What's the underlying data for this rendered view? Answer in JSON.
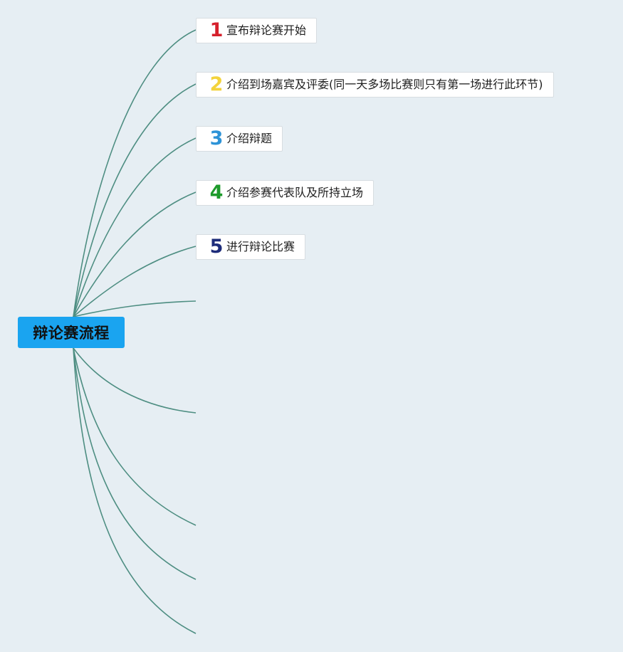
{
  "root": {
    "title": "辩论赛流程"
  },
  "topics": [
    {
      "num": "1",
      "label": "宣布辩论赛开始",
      "color": "#d6202c"
    },
    {
      "num": "2",
      "label": "介绍到场嘉宾及评委(同一天多场比赛则只有第一场进行此环节)",
      "color": "#f3d33c"
    },
    {
      "num": "3",
      "label": "介绍辩题",
      "color": "#2d93d7"
    },
    {
      "num": "4",
      "label": "介绍参赛代表队及所持立场",
      "color": "#1d9a2b"
    },
    {
      "num": "5",
      "label": "进行辩论比赛",
      "color": "#1d2c7a"
    }
  ],
  "colors": {
    "background": "#e6eef3",
    "root_fill": "#1aa4f0",
    "connector": "#4e8e82"
  }
}
